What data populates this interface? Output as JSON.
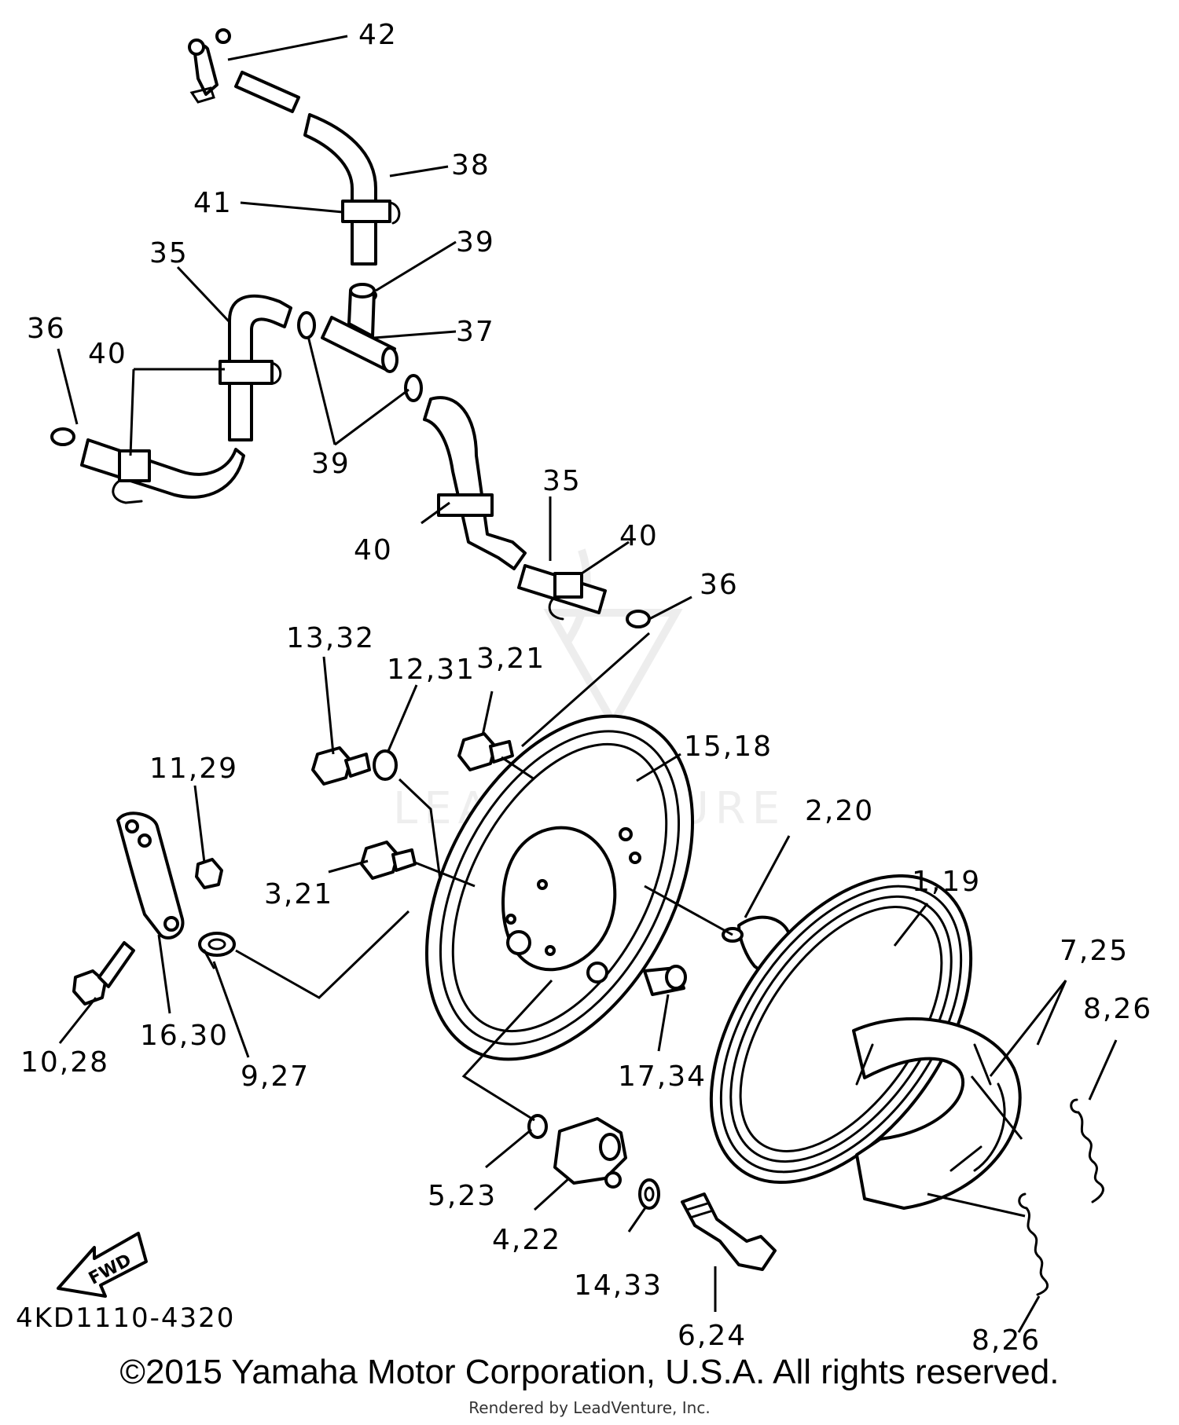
{
  "callouts": [
    {
      "id": "c42",
      "text": "42"
    },
    {
      "id": "c38",
      "text": "38"
    },
    {
      "id": "c41",
      "text": "41"
    },
    {
      "id": "c39a",
      "text": "39"
    },
    {
      "id": "c35a",
      "text": "35"
    },
    {
      "id": "c37",
      "text": "37"
    },
    {
      "id": "c36a",
      "text": "36"
    },
    {
      "id": "c40a",
      "text": "40"
    },
    {
      "id": "c39b",
      "text": "39"
    },
    {
      "id": "c35b",
      "text": "35"
    },
    {
      "id": "c40b",
      "text": "40"
    },
    {
      "id": "c40c",
      "text": "40"
    },
    {
      "id": "c36b",
      "text": "36"
    },
    {
      "id": "c1332",
      "text": "13,32"
    },
    {
      "id": "c1231",
      "text": "12,31"
    },
    {
      "id": "c321a",
      "text": "3,21"
    },
    {
      "id": "c1518",
      "text": "15,18"
    },
    {
      "id": "c1129",
      "text": "11,29"
    },
    {
      "id": "c220",
      "text": "2,20"
    },
    {
      "id": "c321b",
      "text": "3,21"
    },
    {
      "id": "c119",
      "text": "1,19"
    },
    {
      "id": "c725",
      "text": "7,25"
    },
    {
      "id": "c826a",
      "text": "8,26"
    },
    {
      "id": "c1630",
      "text": "16,30"
    },
    {
      "id": "c1028",
      "text": "10,28"
    },
    {
      "id": "c927",
      "text": "9,27"
    },
    {
      "id": "c1734",
      "text": "17,34"
    },
    {
      "id": "c523",
      "text": "5,23"
    },
    {
      "id": "c422",
      "text": "4,22"
    },
    {
      "id": "c1433",
      "text": "14,33"
    },
    {
      "id": "c624",
      "text": "6,24"
    },
    {
      "id": "c826b",
      "text": "8,26"
    }
  ],
  "fwd_label": "FWD",
  "diagram_code": "4KD1110-4320",
  "watermark_text": "LEADVENTURE",
  "copyright": "©2015 Yamaha Motor Corporation, U.S.A. All rights reserved.",
  "rendered_by": "Rendered by LeadVenture, Inc."
}
